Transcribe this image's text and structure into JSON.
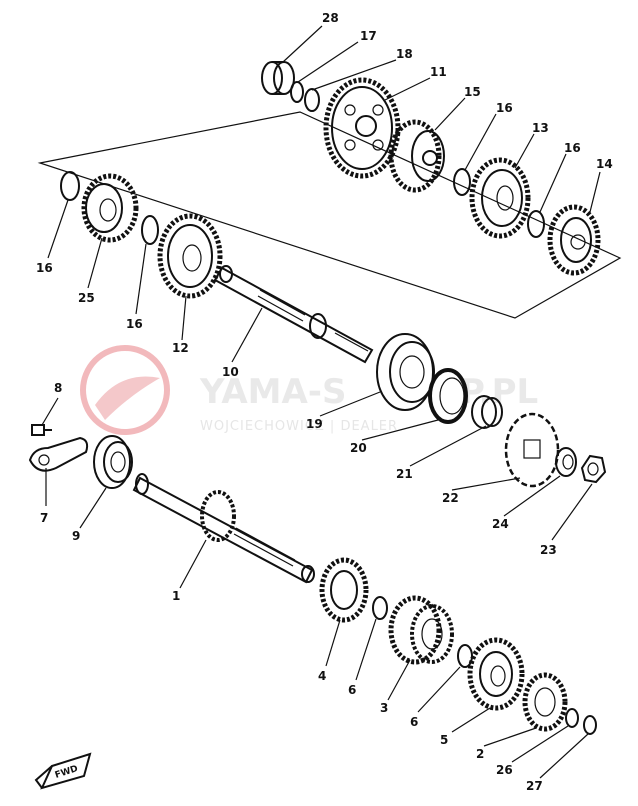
{
  "watermark": {
    "title": "YAMA-S",
    "title_tail": "P.PL",
    "subtitle": "WOJCIECHOWICZ | DEALER",
    "accent_color": "#e8898e"
  },
  "fwd_label": "FWD",
  "callouts": [
    {
      "id": "28",
      "label": "28"
    },
    {
      "id": "17",
      "label": "17"
    },
    {
      "id": "18",
      "label": "18"
    },
    {
      "id": "11",
      "label": "11"
    },
    {
      "id": "15",
      "label": "15"
    },
    {
      "id": "16a",
      "label": "16"
    },
    {
      "id": "13",
      "label": "13"
    },
    {
      "id": "16b",
      "label": "16"
    },
    {
      "id": "14",
      "label": "14"
    },
    {
      "id": "16c",
      "label": "16"
    },
    {
      "id": "25",
      "label": "25"
    },
    {
      "id": "16d",
      "label": "16"
    },
    {
      "id": "12",
      "label": "12"
    },
    {
      "id": "10",
      "label": "10"
    },
    {
      "id": "19",
      "label": "19"
    },
    {
      "id": "20",
      "label": "20"
    },
    {
      "id": "21",
      "label": "21"
    },
    {
      "id": "22",
      "label": "22"
    },
    {
      "id": "24",
      "label": "24"
    },
    {
      "id": "23",
      "label": "23"
    },
    {
      "id": "8",
      "label": "8"
    },
    {
      "id": "7",
      "label": "7"
    },
    {
      "id": "9",
      "label": "9"
    },
    {
      "id": "1",
      "label": "1"
    },
    {
      "id": "4",
      "label": "4"
    },
    {
      "id": "6a",
      "label": "6"
    },
    {
      "id": "3",
      "label": "3"
    },
    {
      "id": "6b",
      "label": "6"
    },
    {
      "id": "5",
      "label": "5"
    },
    {
      "id": "2",
      "label": "2"
    },
    {
      "id": "26",
      "label": "26"
    },
    {
      "id": "27",
      "label": "27"
    }
  ]
}
